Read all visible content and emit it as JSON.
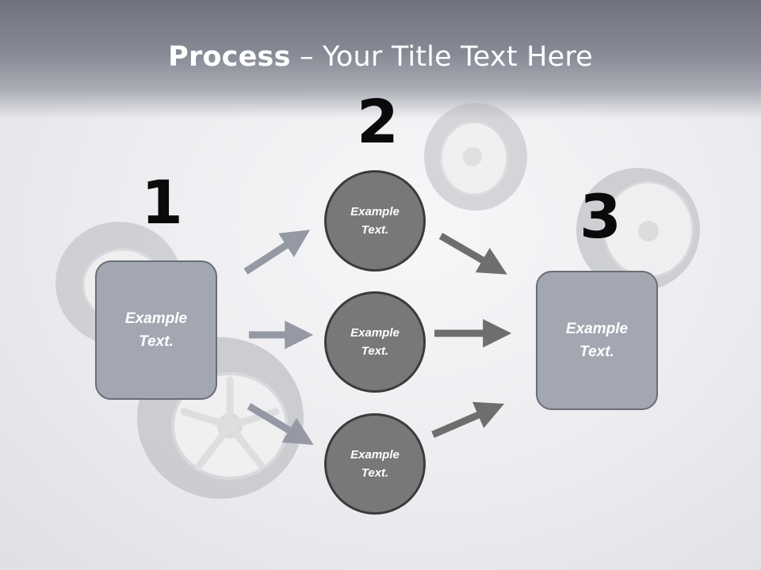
{
  "title": {
    "bold": "Process",
    "rest": " – Your Title Text Here"
  },
  "steps": [
    {
      "number": "1",
      "text": "Example\nText."
    },
    {
      "number": "2",
      "text": "Example\nText."
    },
    {
      "number": "3",
      "text": "Example\nText."
    }
  ],
  "circles": [
    {
      "text": "Example\nText."
    },
    {
      "text": "Example\nText."
    },
    {
      "text": "Example\nText."
    }
  ],
  "colors": {
    "box_fill": "#a2a7b2",
    "circle_fill": "#787878",
    "arrow_light": "#9499a4",
    "arrow_dark": "#6e6e6e"
  }
}
